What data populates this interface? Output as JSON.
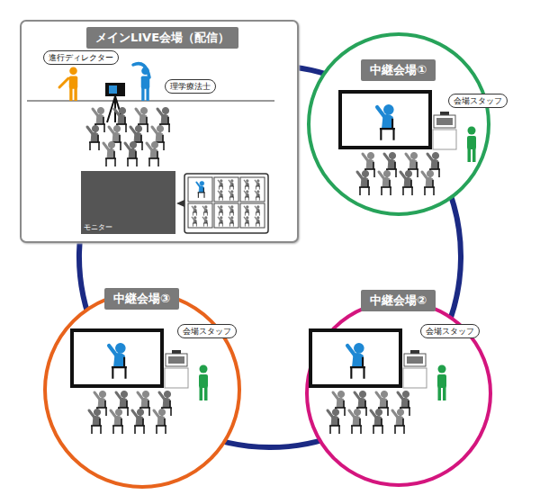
{
  "diagram": {
    "nodes": [
      {
        "text": [
          "メインLIVE会場（配信）"
        ]
      },
      {
        "text": [
          "進行ディレクター"
        ],
        "in": 0
      },
      {
        "text": [
          "理学療法士"
        ],
        "in": 0
      },
      {
        "text": [
          "モニター"
        ],
        "in": 0
      },
      {
        "text": [
          "中継会場①"
        ]
      },
      {
        "text": [
          "会場スタッフ"
        ],
        "in": 4
      },
      {
        "text": [
          "中継会場②"
        ]
      },
      {
        "text": [
          "会場スタッフ"
        ],
        "in": 6
      },
      {
        "text": [
          "中継会場③"
        ]
      },
      {
        "text": [
          "会場スタッフ"
        ],
        "in": 8
      }
    ],
    "edges": [
      {
        "from": 0,
        "to": 4,
        "arrow": "none"
      },
      {
        "from": 4,
        "to": 6,
        "arrow": "none"
      },
      {
        "from": 6,
        "to": 8,
        "arrow": "none"
      },
      {
        "from": 8,
        "to": 0,
        "arrow": "none"
      }
    ]
  }
}
